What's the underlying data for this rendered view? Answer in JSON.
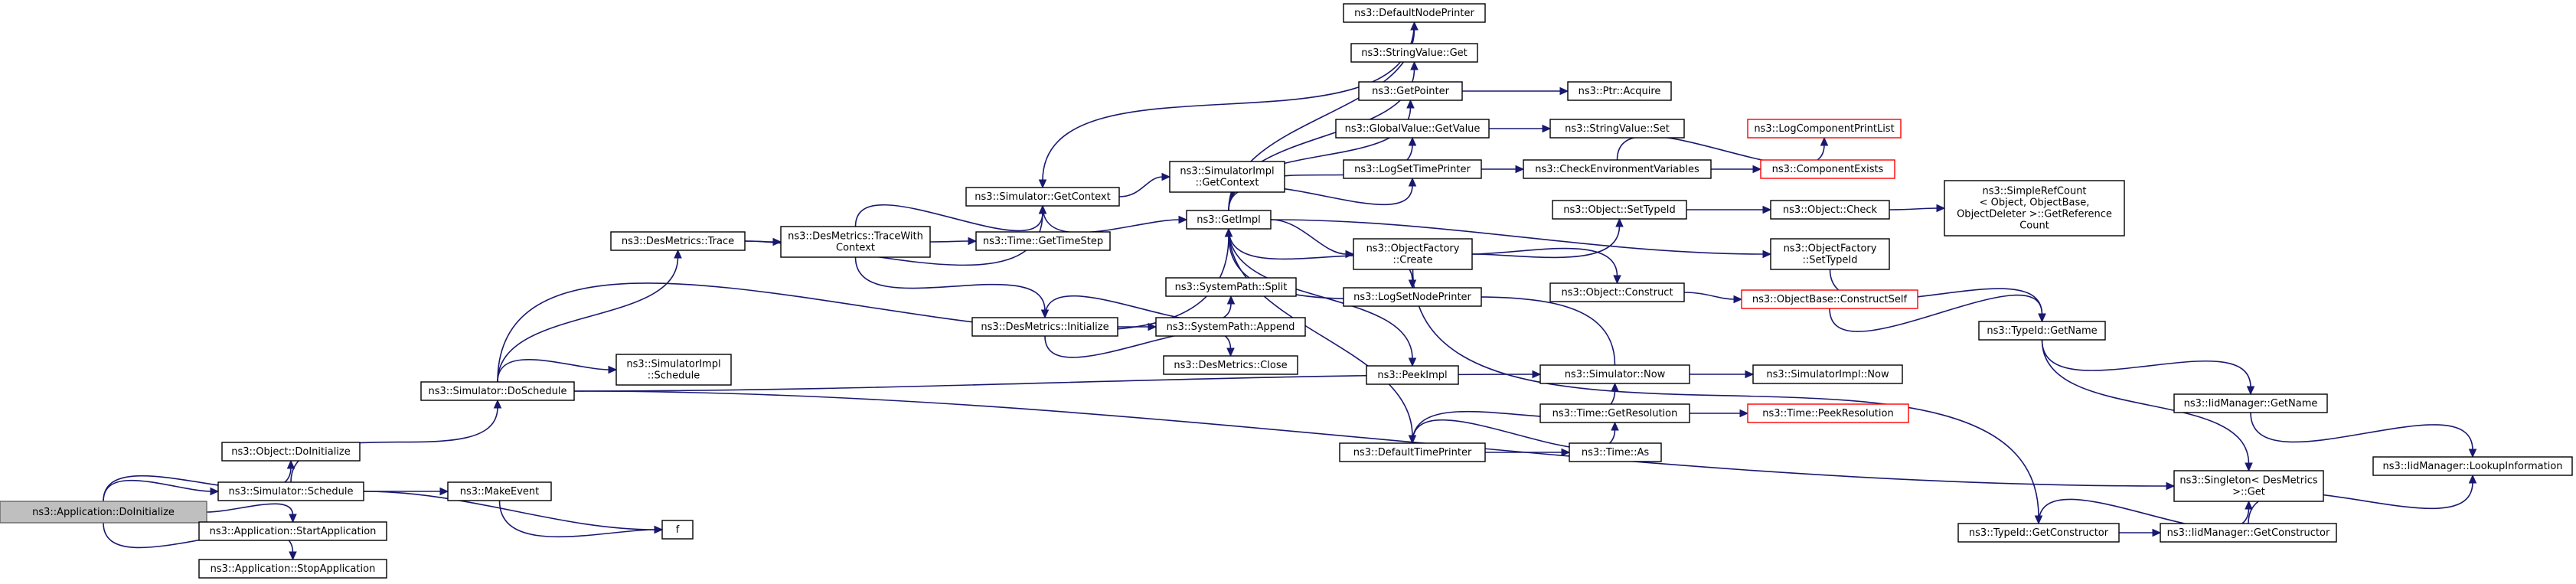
{
  "graph": {
    "title": "",
    "edge_color": "#191970",
    "root_fill": "#bfbfbf",
    "missing_border": "#ff0000",
    "nodes": [
      {
        "id": "app_doinit",
        "lines": [
          "ns3::Application::DoInitialize"
        ],
        "style": "root"
      },
      {
        "id": "obj_doinit",
        "lines": [
          "ns3::Object::DoInitialize"
        ]
      },
      {
        "id": "sim_schedule",
        "lines": [
          "ns3::Simulator::Schedule"
        ]
      },
      {
        "id": "app_start",
        "lines": [
          "ns3::Application::StartApplication"
        ]
      },
      {
        "id": "app_stop",
        "lines": [
          "ns3::Application::StopApplication"
        ]
      },
      {
        "id": "sim_doschedule",
        "lines": [
          "ns3::Simulator::DoSchedule"
        ]
      },
      {
        "id": "make_event",
        "lines": [
          "ns3::MakeEvent"
        ]
      },
      {
        "id": "f",
        "lines": [
          "f"
        ]
      },
      {
        "id": "des_trace",
        "lines": [
          "ns3::DesMetrics::Trace"
        ]
      },
      {
        "id": "simimpl_schedule",
        "lines": [
          "ns3::SimulatorImpl",
          "::Schedule"
        ]
      },
      {
        "id": "des_tracewith",
        "lines": [
          "ns3::DesMetrics::TraceWith",
          "Context"
        ]
      },
      {
        "id": "sim_getcontext",
        "lines": [
          "ns3::Simulator::GetContext"
        ]
      },
      {
        "id": "time_gettimestep",
        "lines": [
          "ns3::Time::GetTimeStep"
        ]
      },
      {
        "id": "des_initialize",
        "lines": [
          "ns3::DesMetrics::Initialize"
        ]
      },
      {
        "id": "simimpl_getcontext",
        "lines": [
          "ns3::SimulatorImpl",
          "::GetContext"
        ]
      },
      {
        "id": "getimpl",
        "lines": [
          "ns3::GetImpl"
        ]
      },
      {
        "id": "syspath_split",
        "lines": [
          "ns3::SystemPath::Split"
        ]
      },
      {
        "id": "syspath_append",
        "lines": [
          "ns3::SystemPath::Append"
        ]
      },
      {
        "id": "des_close",
        "lines": [
          "ns3::DesMetrics::Close"
        ]
      },
      {
        "id": "default_node_printer",
        "lines": [
          "ns3::DefaultNodePrinter"
        ]
      },
      {
        "id": "stringvalue_get",
        "lines": [
          "ns3::StringValue::Get"
        ]
      },
      {
        "id": "getpointer",
        "lines": [
          "ns3::GetPointer"
        ]
      },
      {
        "id": "globalvalue_getvalue",
        "lines": [
          "ns3::GlobalValue::GetValue"
        ]
      },
      {
        "id": "logsettimeprinter",
        "lines": [
          "ns3::LogSetTimePrinter"
        ]
      },
      {
        "id": "objectfactory_create",
        "lines": [
          "ns3::ObjectFactory",
          "::Create"
        ]
      },
      {
        "id": "logsetnodeprinter",
        "lines": [
          "ns3::LogSetNodePrinter"
        ]
      },
      {
        "id": "peekimpl",
        "lines": [
          "ns3::PeekImpl"
        ]
      },
      {
        "id": "default_time_printer",
        "lines": [
          "ns3::DefaultTimePrinter"
        ]
      },
      {
        "id": "ptr_acquire",
        "lines": [
          "ns3::Ptr::Acquire"
        ]
      },
      {
        "id": "stringvalue_set",
        "lines": [
          "ns3::StringValue::Set"
        ]
      },
      {
        "id": "check_env_vars",
        "lines": [
          "ns3::CheckEnvironmentVariables"
        ]
      },
      {
        "id": "log_comp_printlist",
        "lines": [
          "ns3::LogComponentPrintList"
        ],
        "style": "red"
      },
      {
        "id": "component_exists",
        "lines": [
          "ns3::ComponentExists"
        ],
        "style": "red"
      },
      {
        "id": "object_settypeid",
        "lines": [
          "ns3::Object::SetTypeId"
        ]
      },
      {
        "id": "object_check",
        "lines": [
          "ns3::Object::Check"
        ]
      },
      {
        "id": "simplerefcount",
        "lines": [
          "ns3::SimpleRefCount",
          "< Object, ObjectBase,",
          " ObjectDeleter >::GetReference",
          "Count"
        ]
      },
      {
        "id": "objectfactory_settypeid",
        "lines": [
          "ns3::ObjectFactory",
          "::SetTypeId"
        ]
      },
      {
        "id": "object_construct",
        "lines": [
          "ns3::Object::Construct"
        ]
      },
      {
        "id": "objectbase_constructself",
        "lines": [
          "ns3::ObjectBase::ConstructSelf"
        ],
        "style": "red"
      },
      {
        "id": "typeid_getname",
        "lines": [
          "ns3::TypeId::GetName"
        ]
      },
      {
        "id": "sim_now",
        "lines": [
          "ns3::Simulator::Now"
        ]
      },
      {
        "id": "simimpl_now",
        "lines": [
          "ns3::SimulatorImpl::Now"
        ]
      },
      {
        "id": "time_getresolution",
        "lines": [
          "ns3::Time::GetResolution"
        ]
      },
      {
        "id": "time_peekresolution",
        "lines": [
          "ns3::Time::PeekResolution"
        ],
        "style": "red"
      },
      {
        "id": "time_as",
        "lines": [
          "ns3::Time::As"
        ]
      },
      {
        "id": "iidmanager_getname",
        "lines": [
          "ns3::IidManager::GetName"
        ]
      },
      {
        "id": "singleton_get",
        "lines": [
          "ns3::Singleton< DesMetrics",
          " >::Get"
        ]
      },
      {
        "id": "iidmanager_lookupinfo",
        "lines": [
          "ns3::IidManager::LookupInformation"
        ]
      },
      {
        "id": "typeid_getconstructor",
        "lines": [
          "ns3::TypeId::GetConstructor"
        ]
      },
      {
        "id": "iidmanager_getconstructor",
        "lines": [
          "ns3::IidManager::GetConstructor"
        ]
      }
    ],
    "edges": [
      [
        "app_doinit",
        "obj_doinit"
      ],
      [
        "app_doinit",
        "sim_schedule"
      ],
      [
        "app_doinit",
        "app_start"
      ],
      [
        "app_doinit",
        "app_stop"
      ],
      [
        "sim_schedule",
        "sim_doschedule"
      ],
      [
        "sim_schedule",
        "make_event"
      ],
      [
        "sim_schedule",
        "f"
      ],
      [
        "make_event",
        "f"
      ],
      [
        "sim_doschedule",
        "des_trace"
      ],
      [
        "sim_doschedule",
        "simimpl_schedule"
      ],
      [
        "sim_doschedule",
        "getimpl"
      ],
      [
        "sim_doschedule",
        "sim_now"
      ],
      [
        "sim_doschedule",
        "singleton_get"
      ],
      [
        "des_trace",
        "des_tracewith"
      ],
      [
        "des_trace",
        "sim_getcontext"
      ],
      [
        "des_tracewith",
        "sim_getcontext"
      ],
      [
        "des_tracewith",
        "time_gettimestep"
      ],
      [
        "des_tracewith",
        "des_initialize"
      ],
      [
        "sim_getcontext",
        "simimpl_getcontext"
      ],
      [
        "sim_getcontext",
        "getimpl"
      ],
      [
        "des_initialize",
        "syspath_split"
      ],
      [
        "des_initialize",
        "syspath_append"
      ],
      [
        "des_initialize",
        "des_close"
      ],
      [
        "getimpl",
        "default_node_printer"
      ],
      [
        "getimpl",
        "stringvalue_get"
      ],
      [
        "getimpl",
        "getpointer"
      ],
      [
        "getimpl",
        "globalvalue_getvalue"
      ],
      [
        "getimpl",
        "logsettimeprinter"
      ],
      [
        "getimpl",
        "objectfactory_create"
      ],
      [
        "getimpl",
        "logsetnodeprinter"
      ],
      [
        "getimpl",
        "peekimpl"
      ],
      [
        "getimpl",
        "default_time_printer"
      ],
      [
        "getimpl",
        "objectfactory_settypeid"
      ],
      [
        "default_node_printer",
        "sim_getcontext"
      ],
      [
        "getpointer",
        "ptr_acquire"
      ],
      [
        "globalvalue_getvalue",
        "stringvalue_set"
      ],
      [
        "logsettimeprinter",
        "check_env_vars"
      ],
      [
        "check_env_vars",
        "log_comp_printlist"
      ],
      [
        "check_env_vars",
        "component_exists"
      ],
      [
        "objectfactory_create",
        "object_settypeid"
      ],
      [
        "objectfactory_create",
        "object_construct"
      ],
      [
        "objectfactory_create",
        "typeid_getconstructor"
      ],
      [
        "object_settypeid",
        "object_check"
      ],
      [
        "object_check",
        "simplerefcount"
      ],
      [
        "object_construct",
        "objectbase_constructself"
      ],
      [
        "objectbase_constructself",
        "typeid_getname"
      ],
      [
        "objectfactory_settypeid",
        "typeid_getname"
      ],
      [
        "typeid_getname",
        "iidmanager_getname"
      ],
      [
        "typeid_getname",
        "singleton_get"
      ],
      [
        "iidmanager_getname",
        "iidmanager_lookupinfo"
      ],
      [
        "sim_now",
        "getimpl"
      ],
      [
        "sim_now",
        "simimpl_now"
      ],
      [
        "default_time_printer",
        "sim_now"
      ],
      [
        "default_time_printer",
        "time_getresolution"
      ],
      [
        "default_time_printer",
        "time_as"
      ],
      [
        "time_getresolution",
        "time_peekresolution"
      ],
      [
        "typeid_getconstructor",
        "iidmanager_getconstructor"
      ],
      [
        "typeid_getconstructor",
        "singleton_get"
      ],
      [
        "iidmanager_getconstructor",
        "iidmanager_lookupinfo"
      ]
    ]
  }
}
